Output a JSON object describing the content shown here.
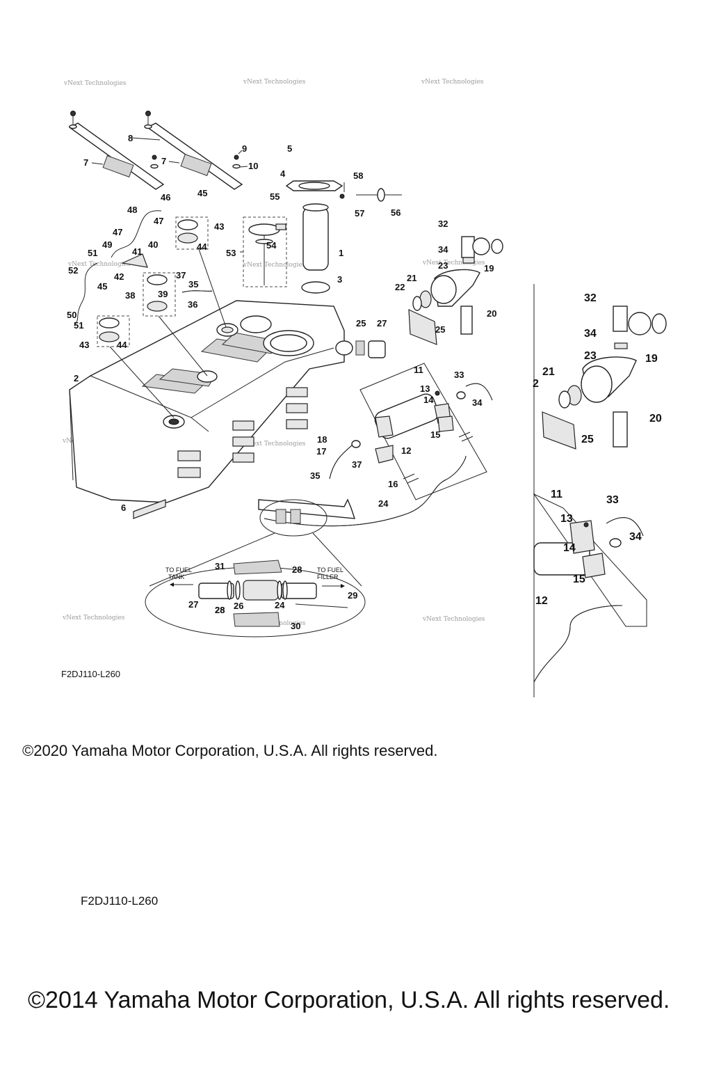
{
  "watermark": "vNext Technologies",
  "inset": {
    "to_fuel_tank": [
      "TO FUEL",
      "TANK"
    ],
    "to_fuel_filler": [
      "TO FUEL",
      "FILLER"
    ]
  },
  "callouts": {
    "main": [
      "1",
      "2",
      "3",
      "4",
      "5",
      "6",
      "7",
      "7",
      "8",
      "9",
      "10",
      "11",
      "12",
      "13",
      "14",
      "15",
      "16",
      "17",
      "18",
      "19",
      "20",
      "21",
      "22",
      "23",
      "24",
      "25",
      "25",
      "26",
      "27",
      "27",
      "28",
      "28",
      "29",
      "30",
      "31",
      "32",
      "33",
      "34",
      "34",
      "35",
      "35",
      "36",
      "37",
      "37",
      "38",
      "39",
      "40",
      "41",
      "42",
      "43",
      "43",
      "44",
      "44",
      "45",
      "45",
      "46",
      "47",
      "47",
      "48",
      "49",
      "50",
      "51",
      "51",
      "52",
      "53",
      "54",
      "55",
      "56",
      "57",
      "58",
      "24",
      "28"
    ],
    "zoom": [
      "32",
      "34",
      "23",
      "19",
      "21",
      "2",
      "20",
      "25",
      "11",
      "33",
      "13",
      "34",
      "14",
      "15",
      "12"
    ]
  },
  "figure_code": "F2DJ110-L260",
  "figure_code_2": "F2DJ110-L260",
  "copyright_2020": "©2020 Yamaha Motor Corporation, U.S.A. All rights reserved.",
  "copyright_2014": "©2014 Yamaha Motor Corporation, U.S.A. All rights reserved."
}
